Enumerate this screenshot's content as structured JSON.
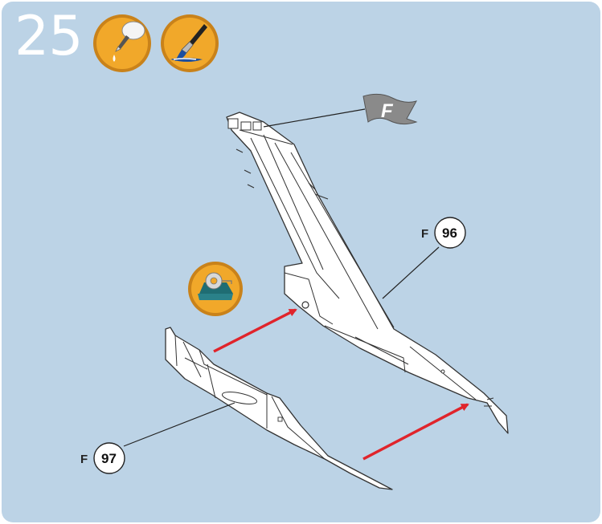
{
  "step": {
    "number": "25"
  },
  "tools": [
    {
      "icon": "glue-bottle-icon"
    },
    {
      "icon": "paintbrush-icon"
    },
    {
      "icon": "tape-dispenser-icon"
    }
  ],
  "sprue_flag": {
    "letter": "F"
  },
  "parts": [
    {
      "sprue": "F",
      "number": "96"
    },
    {
      "sprue": "F",
      "number": "97"
    }
  ],
  "colors": {
    "panel_bg": "#bcd3e6",
    "icon_orange": "#f1a82a",
    "icon_ring": "#c9821a",
    "arrow_red": "#e0242b",
    "flag_gray": "#8a8a8a",
    "part_fill": "#ffffff",
    "part_stroke": "#333333"
  }
}
